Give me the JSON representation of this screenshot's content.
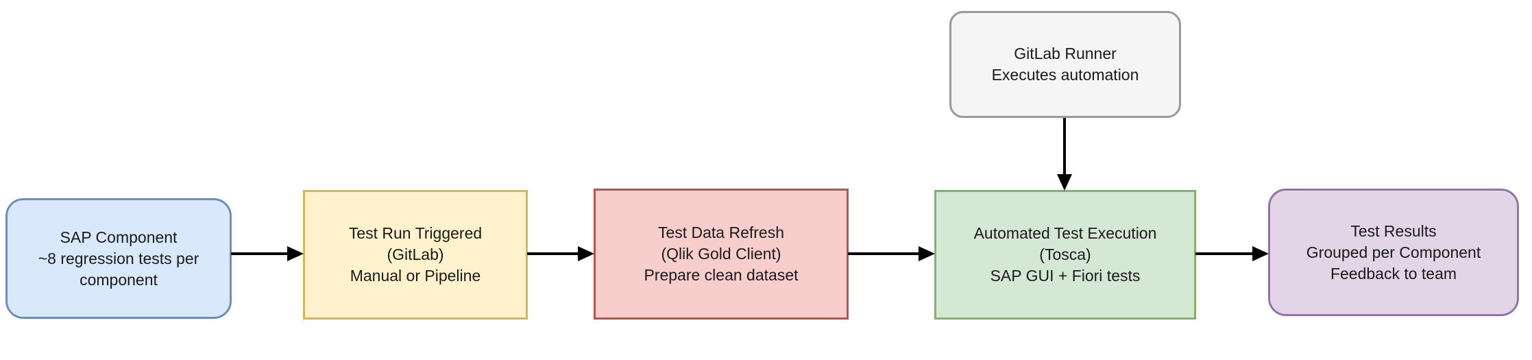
{
  "diagram": {
    "title": "SAP test automation pipeline flowchart",
    "background_color": "#ffffff",
    "arrow_color": "#000000",
    "text_color": "#1a1a1a",
    "nodes": [
      {
        "id": "gitlab-runner",
        "lines": [
          "GitLab Runner",
          "Executes automation"
        ],
        "fill": "#f5f5f5",
        "stroke": "#999999",
        "shape": "rounded"
      },
      {
        "id": "sap-component",
        "lines": [
          "SAP Component",
          "~8 regression tests per",
          "component"
        ],
        "fill": "#dae8fc",
        "stroke": "#6c8ebf",
        "shape": "rounded"
      },
      {
        "id": "test-run-triggered",
        "lines": [
          "Test Run Triggered",
          "(GitLab)",
          "Manual or Pipeline"
        ],
        "fill": "#fff2cc",
        "stroke": "#d6b656",
        "shape": "rect"
      },
      {
        "id": "test-data-refresh",
        "lines": [
          "Test Data Refresh",
          "(Qlik Gold Client)",
          "Prepare clean dataset"
        ],
        "fill": "#f8cecc",
        "stroke": "#b85450",
        "shape": "rect"
      },
      {
        "id": "automated-test-execution",
        "lines": [
          "Automated Test Execution",
          "(Tosca)",
          "SAP GUI + Fiori tests"
        ],
        "fill": "#d5e8d4",
        "stroke": "#82b366",
        "shape": "rect"
      },
      {
        "id": "test-results",
        "lines": [
          "Test Results",
          "Grouped per Component",
          "Feedback to team"
        ],
        "fill": "#e1d5e7",
        "stroke": "#9673a6",
        "shape": "rounded"
      }
    ],
    "connections": [
      {
        "from": "sap-component",
        "to": "test-run-triggered"
      },
      {
        "from": "test-run-triggered",
        "to": "test-data-refresh"
      },
      {
        "from": "test-data-refresh",
        "to": "automated-test-execution"
      },
      {
        "from": "automated-test-execution",
        "to": "test-results"
      },
      {
        "from": "gitlab-runner",
        "to": "automated-test-execution"
      }
    ]
  }
}
